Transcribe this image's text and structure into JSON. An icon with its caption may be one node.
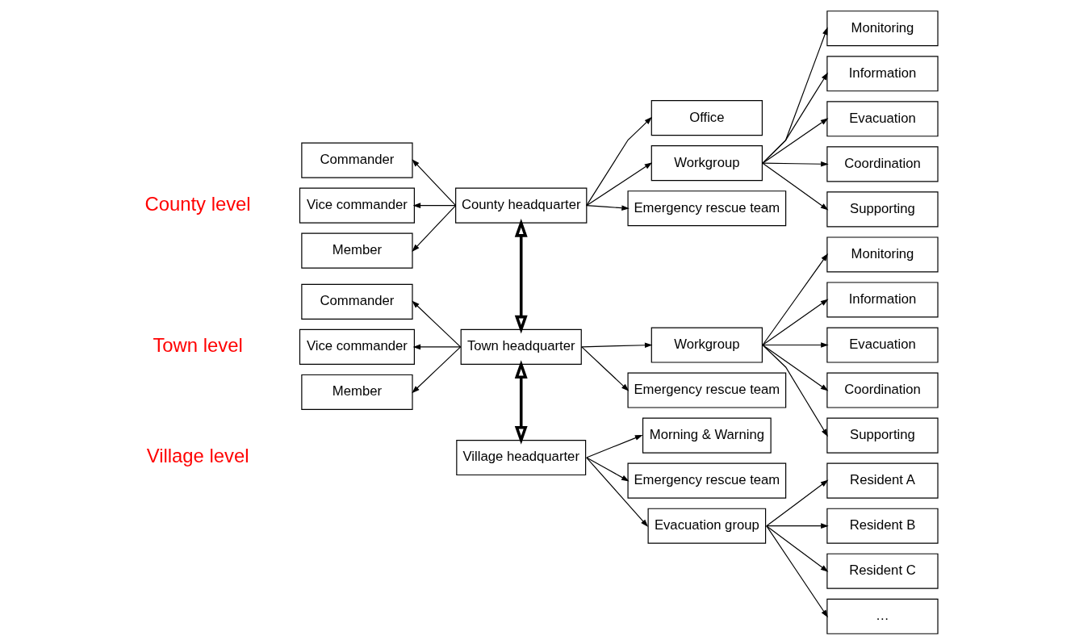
{
  "diagram": {
    "nodes": [
      {
        "text": [
          "County headquarter"
        ]
      },
      {
        "text": [
          "Commander"
        ]
      },
      {
        "text": [
          "Vice commander"
        ]
      },
      {
        "text": [
          "Member"
        ]
      },
      {
        "text": [
          "Office"
        ]
      },
      {
        "text": [
          "Workgroup"
        ]
      },
      {
        "text": [
          "Emergency rescue team"
        ]
      },
      {
        "text": [
          "Monitoring"
        ]
      },
      {
        "text": [
          "Information"
        ]
      },
      {
        "text": [
          "Evacuation"
        ]
      },
      {
        "text": [
          "Coordination"
        ]
      },
      {
        "text": [
          "Supporting"
        ]
      },
      {
        "text": [
          "Town headquarter"
        ]
      },
      {
        "text": [
          "Commander"
        ]
      },
      {
        "text": [
          "Vice commander"
        ]
      },
      {
        "text": [
          "Member"
        ]
      },
      {
        "text": [
          "Workgroup"
        ]
      },
      {
        "text": [
          "Emergency rescue team"
        ]
      },
      {
        "text": [
          "Monitoring"
        ]
      },
      {
        "text": [
          "Information"
        ]
      },
      {
        "text": [
          "Evacuation"
        ]
      },
      {
        "text": [
          "Coordination"
        ]
      },
      {
        "text": [
          "Supporting"
        ]
      },
      {
        "text": [
          "Village headquarter"
        ]
      },
      {
        "text": [
          "Morning & Warning"
        ]
      },
      {
        "text": [
          "Emergency rescue team"
        ]
      },
      {
        "text": [
          "Evacuation group"
        ]
      },
      {
        "text": [
          "Resident A"
        ]
      },
      {
        "text": [
          "Resident B"
        ]
      },
      {
        "text": [
          "Resident C"
        ]
      },
      {
        "text": [
          "…"
        ]
      }
    ],
    "edges": [
      {
        "from": 0,
        "to": 1,
        "arrow": "to"
      },
      {
        "from": 0,
        "to": 2,
        "arrow": "to"
      },
      {
        "from": 0,
        "to": 3,
        "arrow": "to"
      },
      {
        "from": 0,
        "to": 4,
        "arrow": "to"
      },
      {
        "from": 0,
        "to": 5,
        "arrow": "to"
      },
      {
        "from": 0,
        "to": 6,
        "arrow": "to"
      },
      {
        "from": 5,
        "to": 7,
        "arrow": "to"
      },
      {
        "from": 5,
        "to": 8,
        "arrow": "to"
      },
      {
        "from": 5,
        "to": 9,
        "arrow": "to"
      },
      {
        "from": 5,
        "to": 10,
        "arrow": "to"
      },
      {
        "from": 5,
        "to": 11,
        "arrow": "to"
      },
      {
        "from": 0,
        "to": 12,
        "arrow": "both",
        "style": "thick"
      },
      {
        "from": 12,
        "to": 13,
        "arrow": "to"
      },
      {
        "from": 12,
        "to": 14,
        "arrow": "to"
      },
      {
        "from": 12,
        "to": 15,
        "arrow": "to"
      },
      {
        "from": 12,
        "to": 16,
        "arrow": "to"
      },
      {
        "from": 12,
        "to": 17,
        "arrow": "to"
      },
      {
        "from": 16,
        "to": 18,
        "arrow": "to"
      },
      {
        "from": 16,
        "to": 19,
        "arrow": "to"
      },
      {
        "from": 16,
        "to": 20,
        "arrow": "to"
      },
      {
        "from": 16,
        "to": 21,
        "arrow": "to"
      },
      {
        "from": 16,
        "to": 22,
        "arrow": "to"
      },
      {
        "from": 12,
        "to": 23,
        "arrow": "both",
        "style": "thick"
      },
      {
        "from": 23,
        "to": 24,
        "arrow": "to"
      },
      {
        "from": 23,
        "to": 25,
        "arrow": "to"
      },
      {
        "from": 23,
        "to": 26,
        "arrow": "to"
      },
      {
        "from": 26,
        "to": 27,
        "arrow": "to"
      },
      {
        "from": 26,
        "to": 28,
        "arrow": "to"
      },
      {
        "from": 26,
        "to": 29,
        "arrow": "to"
      },
      {
        "from": 26,
        "to": 30,
        "arrow": "to"
      }
    ],
    "labels": [
      "County level",
      "Town level",
      "Village level"
    ]
  }
}
